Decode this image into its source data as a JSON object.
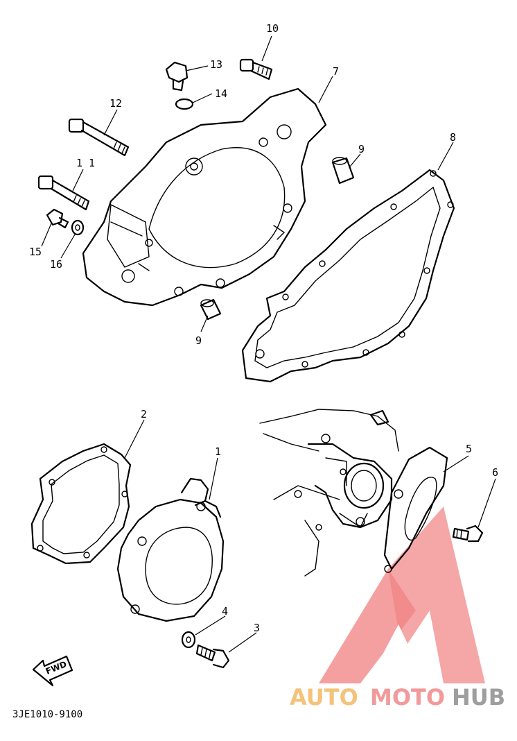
{
  "diagram": {
    "callouts": {
      "c1": "1",
      "c2": "2",
      "c3": "3",
      "c4": "4",
      "c5": "5",
      "c6": "6",
      "c7": "7",
      "c8": "8",
      "c9a": "9",
      "c9b": "9",
      "c10": "10",
      "c11": "1 1",
      "c12": "12",
      "c13": "13",
      "c14": "14",
      "c15": "15",
      "c16": "16"
    },
    "part_code": "3JE1010-9100",
    "fwd_label": "FWD"
  },
  "watermark": {
    "part1": "AUTO",
    "part2": "MOTO",
    "part3": "HUB",
    "colors": {
      "part1": "#f5c27a",
      "part2": "#f29a9a",
      "part3": "#9e9e9e",
      "logo": "#ef6b6b"
    }
  }
}
